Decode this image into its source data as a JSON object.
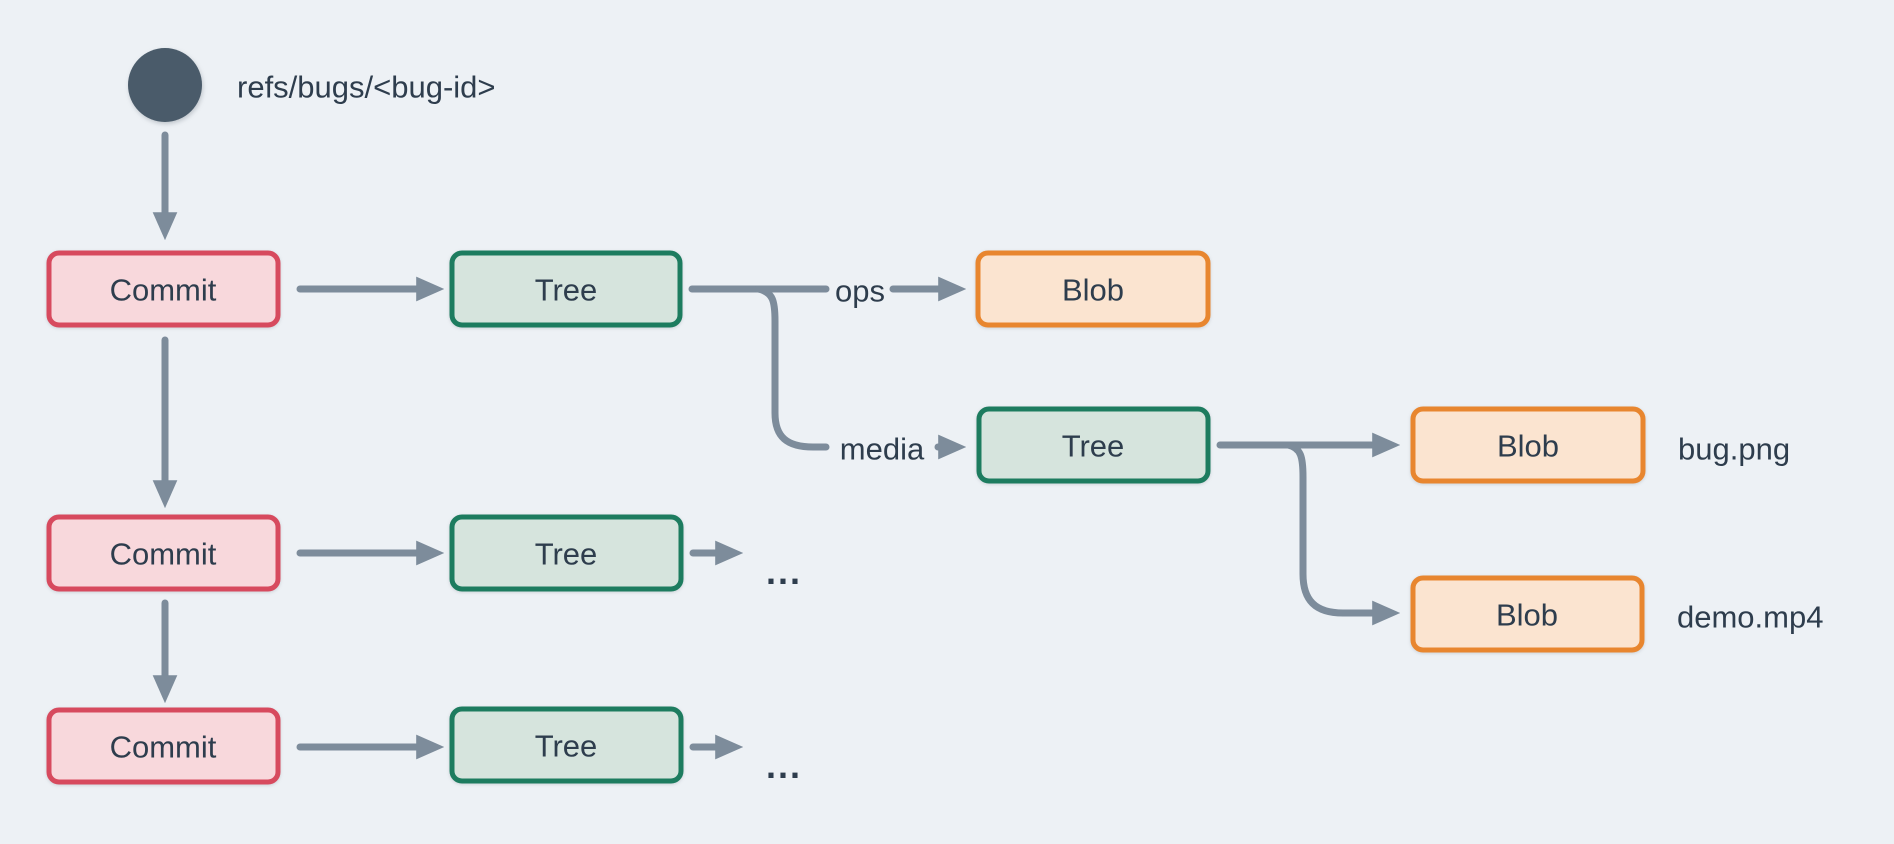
{
  "diagram": {
    "ref": {
      "label": "refs/bugs/<bug-id>"
    },
    "nodes": {
      "commit1": "Commit",
      "commit2": "Commit",
      "commit3": "Commit",
      "tree1": "Tree",
      "tree2": "Tree",
      "tree3": "Tree",
      "tree_media": "Tree",
      "blob_ops": "Blob",
      "blob_bug": "Blob",
      "blob_demo": "Blob"
    },
    "edge_labels": {
      "ops": "ops",
      "media": "media"
    },
    "file_labels": {
      "bug": "bug.png",
      "demo": "demo.mp4"
    },
    "ellipsis": {
      "row2": "...",
      "row3": "..."
    }
  },
  "colors": {
    "background": "#edf1f5",
    "line": "#7d8c9b",
    "text": "#2e3d4d",
    "ref-fill": "#4a5b6a",
    "commit-fill": "#f8d8dc",
    "commit-stroke": "#d74a5e",
    "tree-fill": "#d6e4dd",
    "tree-stroke": "#1d7c5f",
    "blob-fill": "#fbe4d0",
    "blob-stroke": "#e8862f"
  }
}
